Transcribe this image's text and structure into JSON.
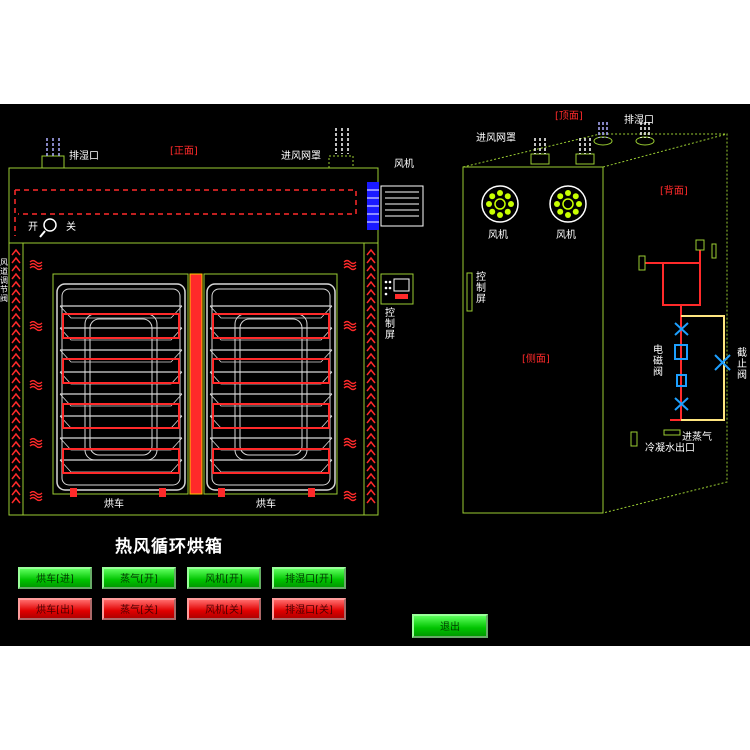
{
  "front_view": {
    "section_label": "[正面]",
    "exhaust_label": "排湿口",
    "intake_label": "进风网罩",
    "fan_label": "风机",
    "switch_on": "开",
    "switch_off": "关",
    "duct_valve_label": "风道调节阀",
    "control_screen_label": "控制屏",
    "cart_left_label": "烘车",
    "cart_right_label": "烘车"
  },
  "side_view": {
    "top_label": "[顶面]",
    "back_label": "[背面]",
    "side_label": "[侧面]",
    "intake_label": "进风网罩",
    "exhaust_label": "排湿口",
    "fan1_label": "风机",
    "fan2_label": "风机",
    "control_screen_label": "控制屏",
    "solenoid_label": "电磁阀",
    "shutoff_label": "截止阀",
    "steam_in_label": "进蒸气",
    "condensate_label": "冷凝水出口"
  },
  "title": "热风循环烘箱",
  "controls": {
    "row1": [
      "烘车[进]",
      "蒸气[开]",
      "风机[开]",
      "排湿口[开]"
    ],
    "row2": [
      "烘车[出]",
      "蒸气[关]",
      "风机[关]",
      "排湿口[关]"
    ],
    "exit": "退出"
  },
  "colors": {
    "background": "#000000",
    "outline": "#9acd32",
    "heater": "#ff2a2a",
    "fan": "#c8ff00",
    "cart_frame": "#d8d8d8",
    "button_on": "#00c400",
    "button_off": "#e00000"
  }
}
